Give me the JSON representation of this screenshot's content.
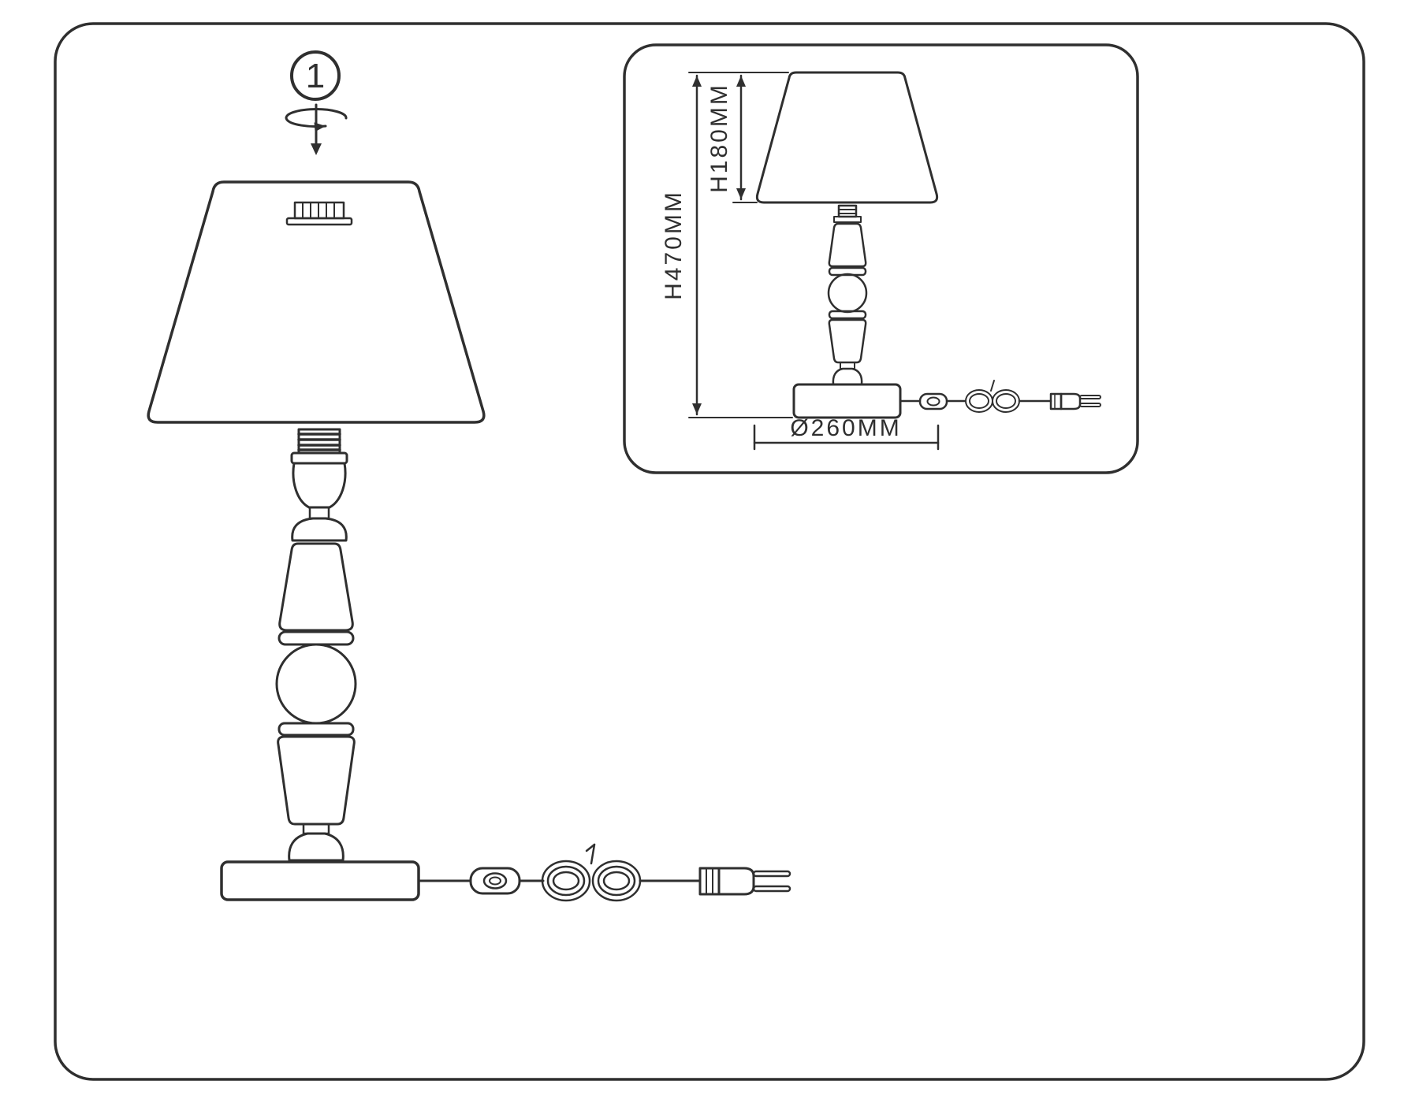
{
  "step": {
    "number": "1"
  },
  "dimensions": {
    "total_height": "H470MM",
    "shade_height": "H180MM",
    "base_diameter": "Ø260MM"
  },
  "colors": {
    "line": "#2f2f2f",
    "background": "#ffffff"
  }
}
